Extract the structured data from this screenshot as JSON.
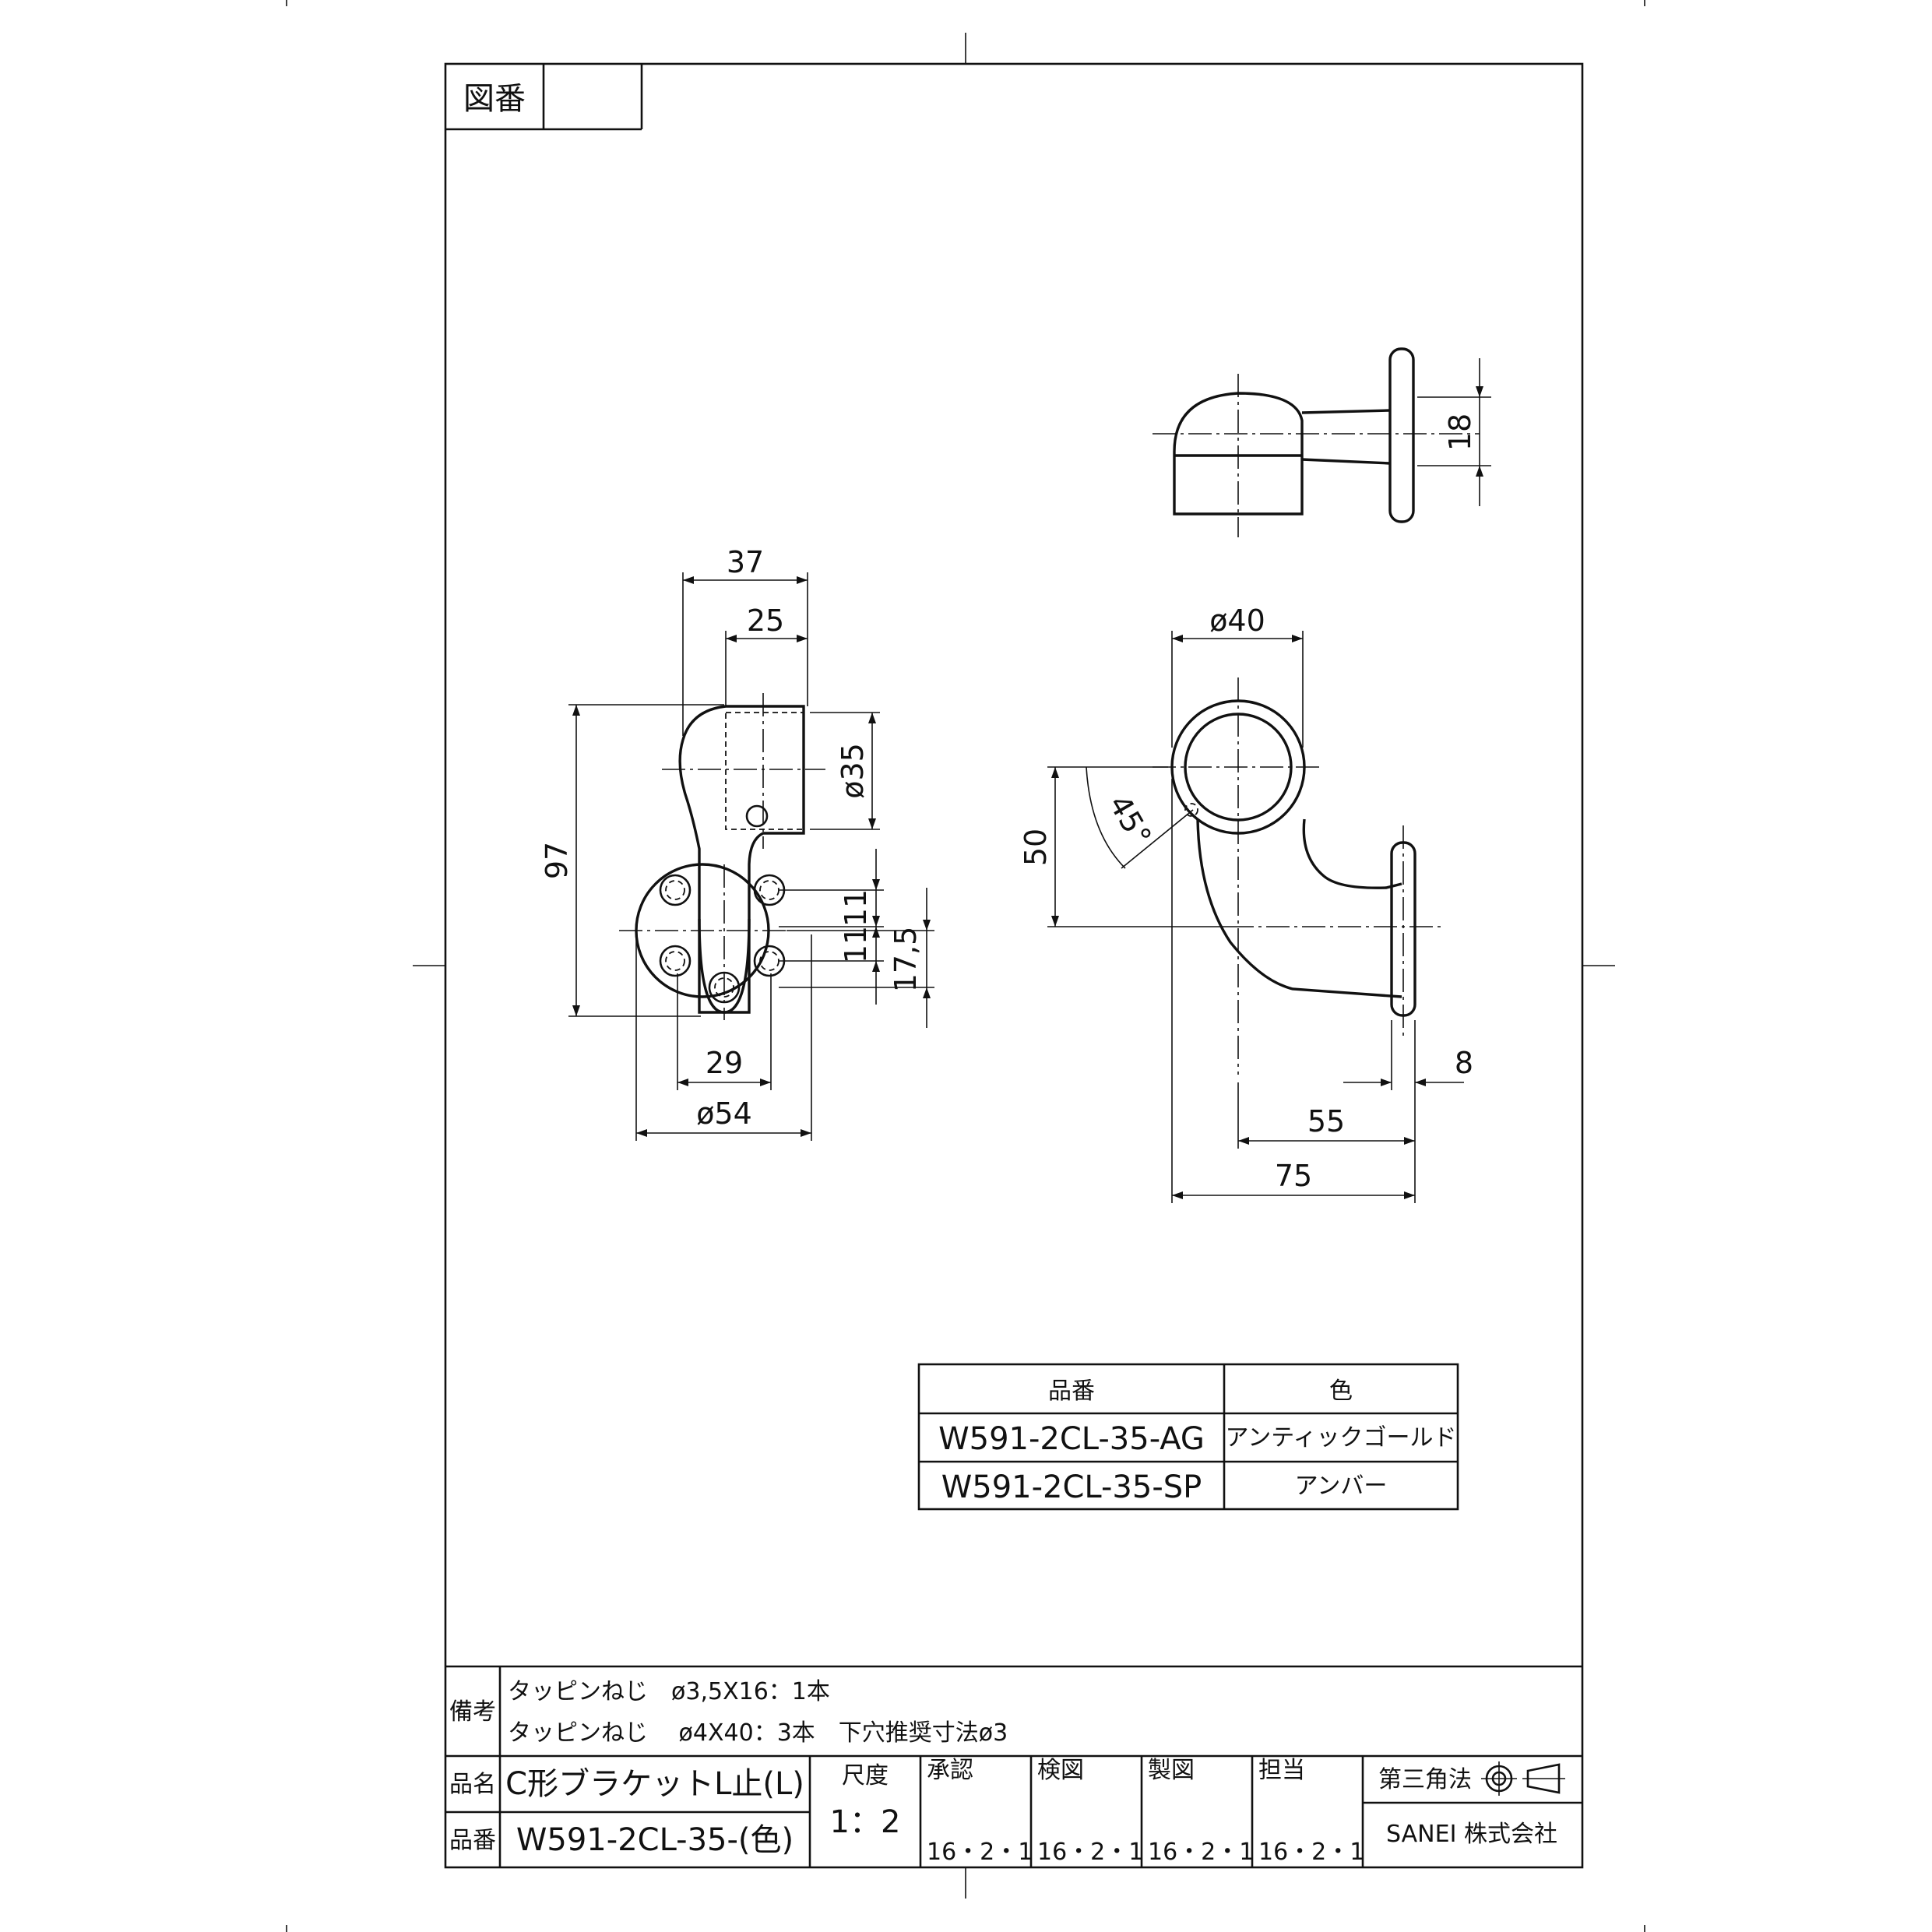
{
  "header": {
    "drawing_no_label": "図番",
    "drawing_no_value": ""
  },
  "dimensions": {
    "d37": "37",
    "d25": "25",
    "d97": "97",
    "d35": "ø35",
    "d11a": "11",
    "d11b": "11",
    "d17_5": "17,5",
    "d29": "29",
    "d54": "ø54",
    "d18": "18",
    "d40": "ø40",
    "d50": "50",
    "d45": "45°",
    "d8": "8",
    "d55": "55",
    "d75": "75"
  },
  "color_table": {
    "headers": [
      "品番",
      "色"
    ],
    "rows": [
      [
        "W591-2CL-35-AG",
        "アンティックゴールド"
      ],
      [
        "W591-2CL-35-SP",
        "アンバー"
      ]
    ]
  },
  "notes": {
    "label": "備考",
    "lines": [
      "タッピンねじ　ø3,5X16：1本",
      "タッピンねじ　 ø4X40：3本　下穴推奨寸法ø3"
    ]
  },
  "title_block": {
    "name_label": "品名",
    "name_value": "C形ブラケットL止(L)",
    "part_label": "品番",
    "part_value": "W591-2CL-35-(色)",
    "scale_label": "尺度",
    "scale_value": "1：2",
    "approved_label": "承認",
    "checked_label": "検図",
    "drawn_label": "製図",
    "charge_label": "担当",
    "date": "16・2・1",
    "projection_label": "第三角法",
    "company": "SANEI 株式会社"
  }
}
